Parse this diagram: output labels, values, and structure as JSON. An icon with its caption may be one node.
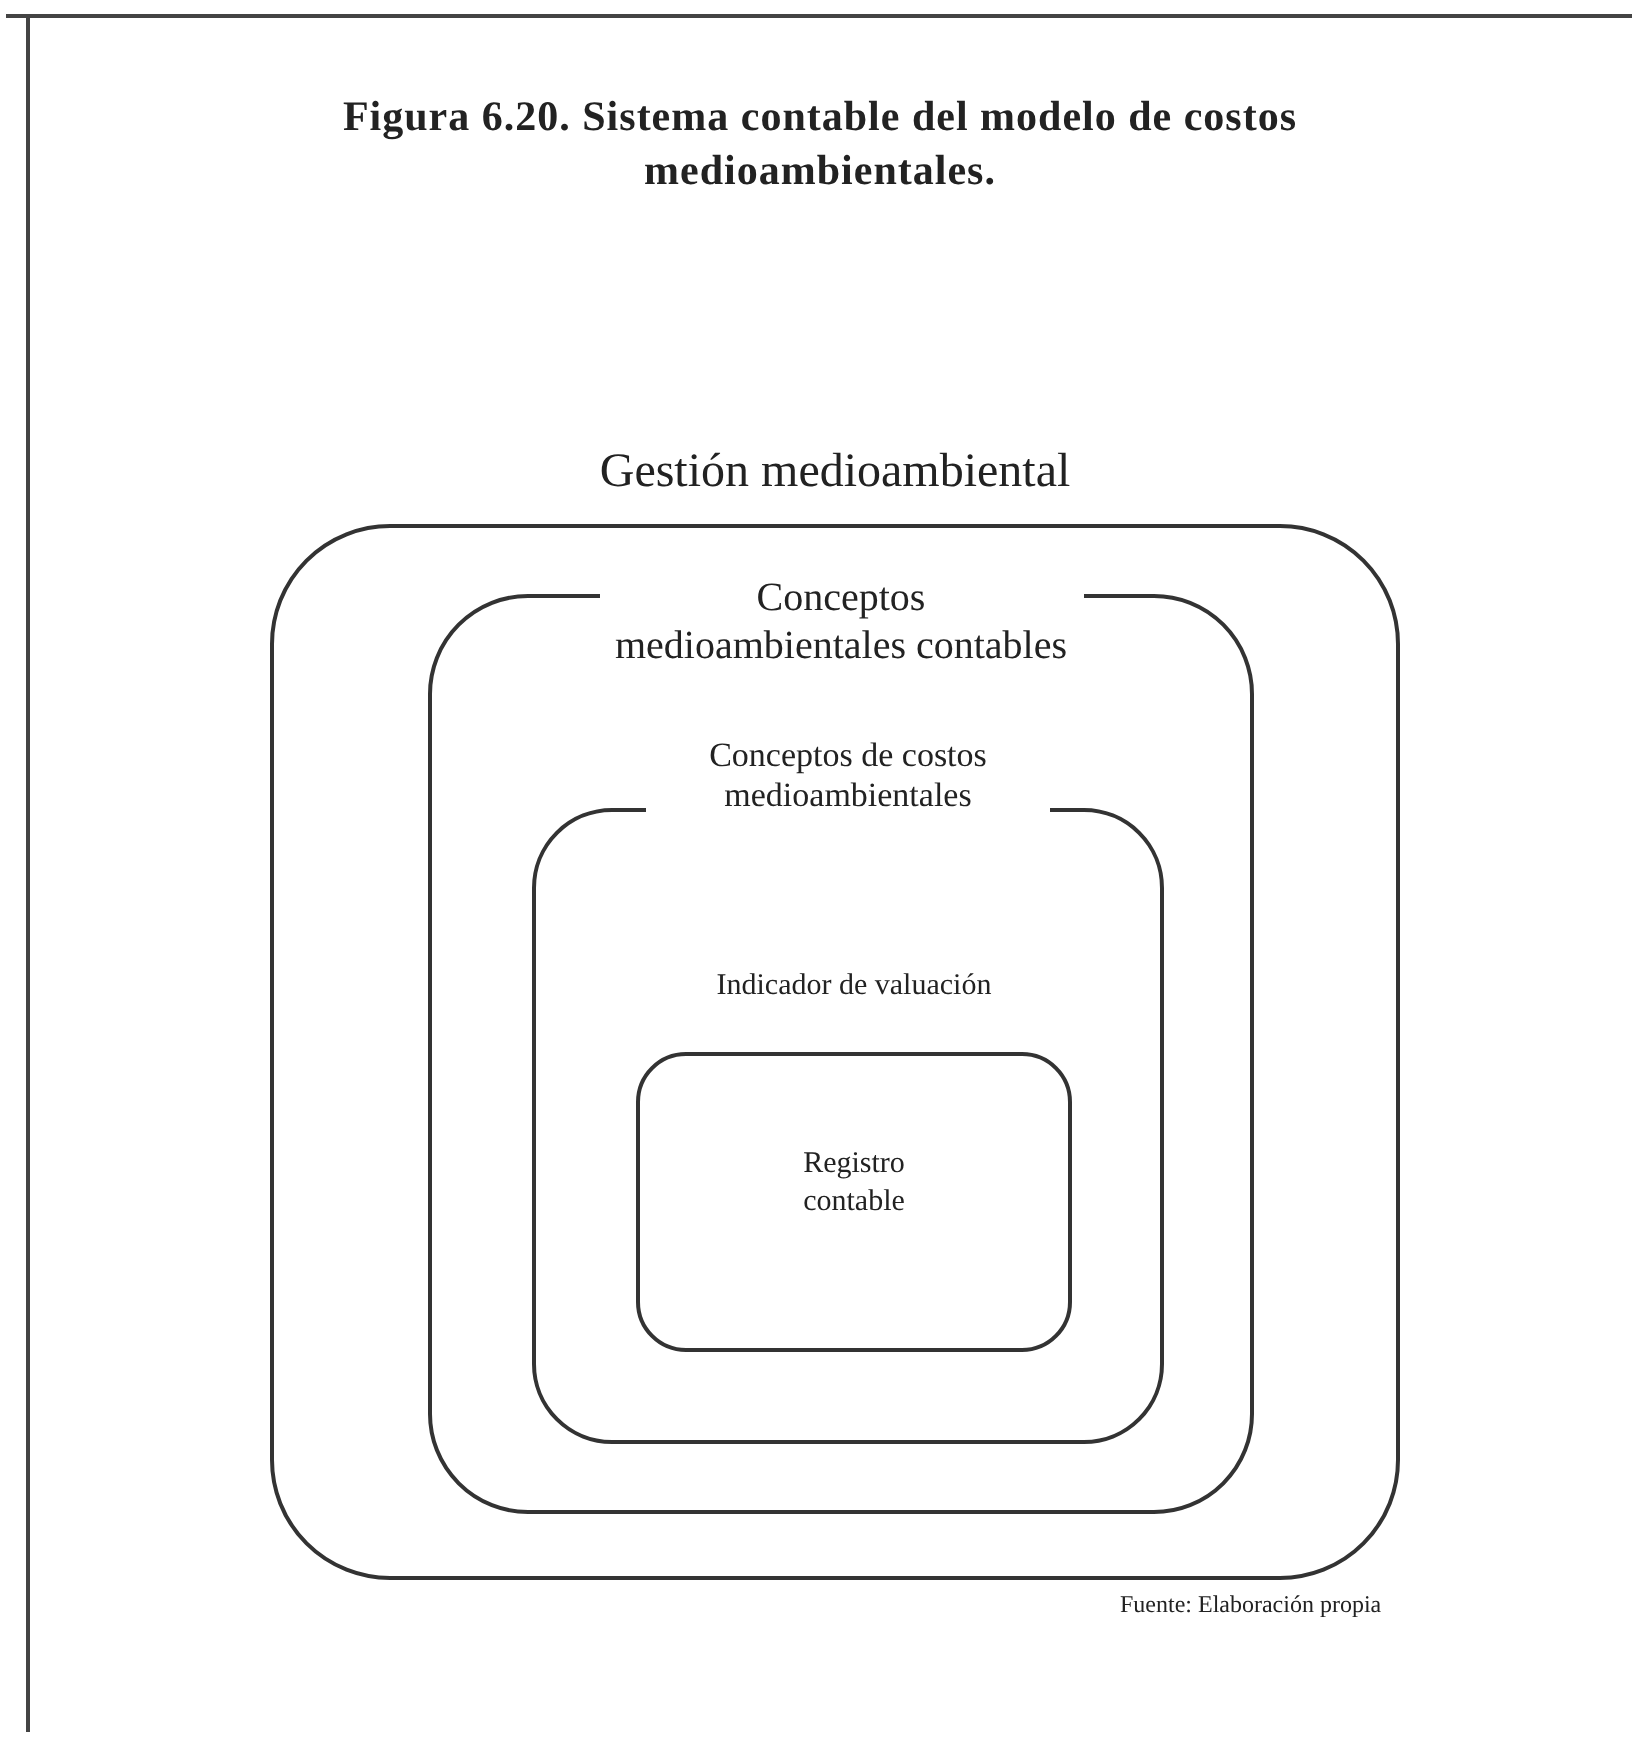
{
  "diagram": {
    "title": "Figura 6.20. Sistema contable del modelo de costos medioambientales.",
    "caption": "Fuente: Elaboración propia",
    "nodes": [
      {
        "text": [
          "Gestión medioambiental"
        ]
      },
      {
        "text": [
          "Conceptos medioambientales contables"
        ],
        "in": 0
      },
      {
        "text": [
          "Conceptos de costos medioambientales"
        ],
        "in": 1
      },
      {
        "text": [
          "Indicador de valuación",
          "Registro contable"
        ],
        "in": 2
      }
    ],
    "edges": []
  }
}
